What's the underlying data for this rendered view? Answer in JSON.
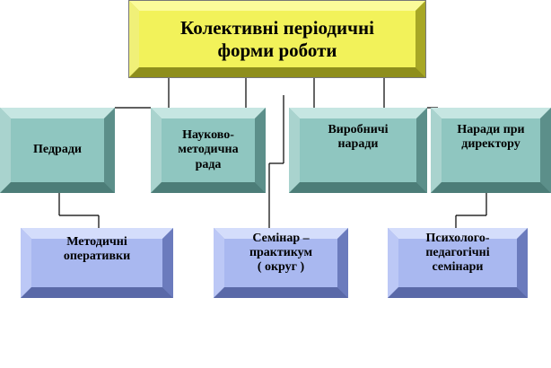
{
  "colors": {
    "title_fill": "#f2f25a",
    "teal_fill": "#8fc6c0",
    "blue_fill": "#a9b8f0",
    "line": "#000000"
  },
  "title": "Колективні періодичні\nформи роботи",
  "row1": [
    {
      "label": "Педради"
    },
    {
      "label": "Науково-\nметодична\nрада"
    },
    {
      "label": "Виробничі\nнаради"
    },
    {
      "label": "Наради при\nдиректору"
    }
  ],
  "row2": [
    {
      "label": "Методичні\nоперативки"
    },
    {
      "label": "Семінар –\nпрактикум\n( округ )"
    },
    {
      "label": "Психолого-\nпедагогічні\nсемінари"
    }
  ]
}
